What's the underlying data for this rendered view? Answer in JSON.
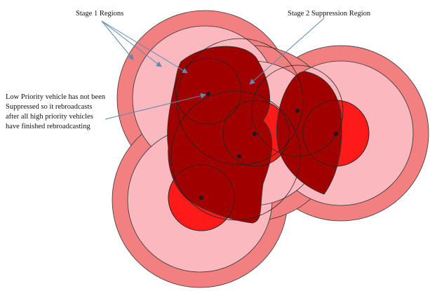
{
  "labels": {
    "stage1": "Stage 1 Regions",
    "stage2": "Stage 2 Suppression  Region",
    "note_lines": [
      "Low Priority vehicle  has not been",
      "Suppressed so it rebroadcasts",
      "after all high priority vehicles",
      "have finished rebroadcasting"
    ]
  },
  "colors": {
    "outer_ring": "#F28080",
    "inner_disc": "#FBB8BE",
    "core": "#FF1A1A",
    "suppression": "#A00000",
    "vehicle_dot": "#1a1a1a",
    "arrow": "#5B8BB0",
    "outline": "#333333"
  }
}
